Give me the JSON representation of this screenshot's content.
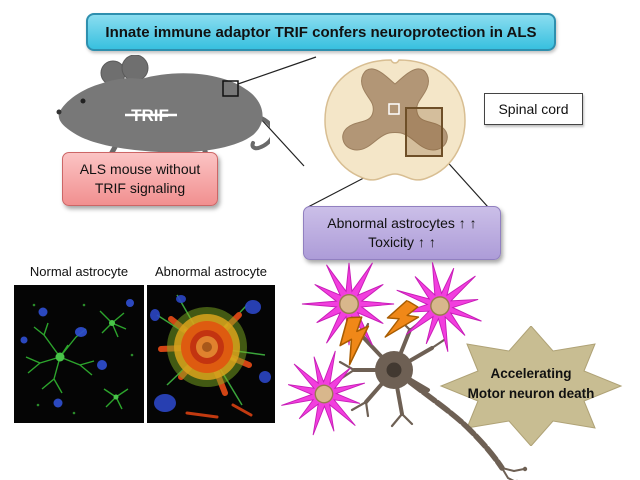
{
  "title": "Innate immune adaptor TRIF confers neuroprotection in ALS",
  "mouse": {
    "trif_label": "TRIF"
  },
  "als_box": {
    "line1": "ALS mouse without",
    "line2": "TRIF signaling"
  },
  "spinal_cord": {
    "label": "Spinal cord"
  },
  "astrocyte_box": {
    "line1": "Abnormal astrocytes ↑ ↑",
    "line2": "Toxicity ↑ ↑"
  },
  "micrographs": {
    "normal_label": "Normal astrocyte",
    "abnormal_label": "Abnormal astrocyte"
  },
  "starburst": {
    "line1": "Accelerating",
    "line2": "Motor neuron death"
  },
  "colors": {
    "banner_top": "#8ADDF0",
    "banner_bg": "#38C0DF",
    "red_top": "#FBC4C4",
    "red_bg": "#F19090",
    "purple_top": "#CBBFE8",
    "purple_bg": "#AD9CD8",
    "astro_pink": "#F23EDE",
    "starburst_fill": "#C8BD92"
  }
}
